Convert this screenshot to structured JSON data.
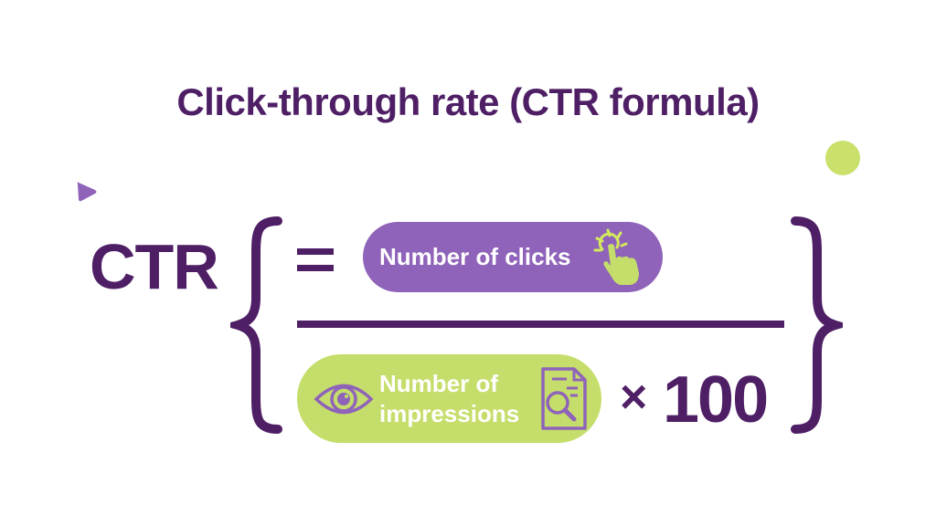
{
  "title": "Click-through rate (CTR formula)",
  "formula": {
    "lhs": "CTR",
    "equals": "=",
    "numerator": {
      "label": "Number of clicks",
      "icon": "hand-click-icon"
    },
    "denominator": {
      "label_line1": "Number of",
      "label_line2": "impressions",
      "icons": [
        "eye-icon",
        "document-search-icon"
      ]
    },
    "multiplier_sign": "×",
    "multiplier": "100"
  },
  "colors": {
    "dark_purple": "#4f1f66",
    "purple": "#8f63b9",
    "green": "#c5de6b"
  }
}
